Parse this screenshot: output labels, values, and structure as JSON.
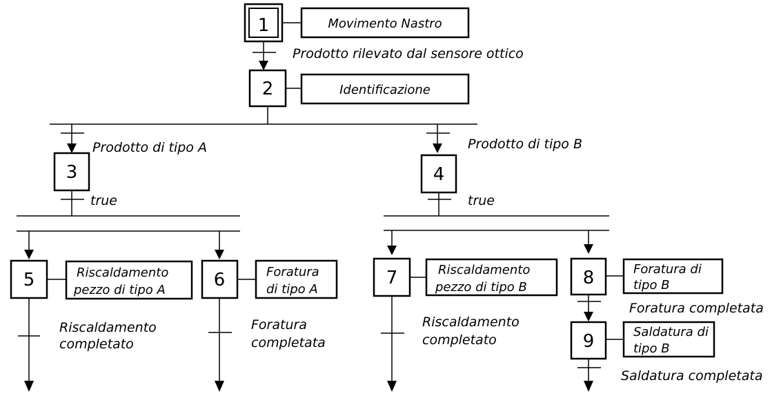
{
  "steps": {
    "s1": "1",
    "s2": "2",
    "s3": "3",
    "s4": "4",
    "s5": "5",
    "s6": "6",
    "s7": "7",
    "s8": "8",
    "s9": "9"
  },
  "actions": {
    "a1": "Movimento Nastro",
    "a2": "Identificazione",
    "a5": [
      "Riscaldamento",
      "pezzo di tipo A"
    ],
    "a6": [
      "Foratura",
      "di tipo A"
    ],
    "a7": [
      "Riscaldamento",
      "pezzo di tipo B"
    ],
    "a8": [
      "Foratura di",
      "tipo B"
    ],
    "a9": [
      "Saldatura di",
      "tipo B"
    ]
  },
  "transitions": {
    "t1": "Prodotto rilevato dal sensore ottico",
    "t2a": "Prodotto di tipo A",
    "t2b": "Prodotto di tipo B",
    "t3": "true",
    "t4": "true",
    "t5": [
      "Riscaldamento",
      "completato"
    ],
    "t6": [
      "Foratura",
      "completata"
    ],
    "t7": [
      "Riscaldamento",
      "completato"
    ],
    "t8": "Foratura completata",
    "t9": "Saldatura completata"
  }
}
